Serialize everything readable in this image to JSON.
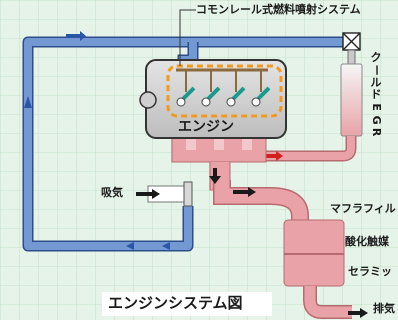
{
  "labels": {
    "common_rail": "コモンレール式燃料噴射システム",
    "engine": "エンジン",
    "intake": "吸気",
    "egr_cooler": "クールドEGR",
    "muffler": "マフラフィル",
    "catalyst": "酸化触媒",
    "ceramic": "セラミッ",
    "exhaust": "排気",
    "diagram_title": "エンジンシステム図"
  },
  "colors": {
    "grid_background": "#e6f3e8",
    "grid_line": "#b9dcc1",
    "intake_pipe": "#7398d2",
    "exhaust_pipe": "#e9a3a8",
    "engine_body": "#cfcfcf",
    "fuel_rail": "#8b6a3e",
    "injector": "#1a9a8c",
    "common_rail_outline": "#f29a1f",
    "egr_arrow": "#d4201b",
    "flow_arrow": "#1a1a1a",
    "intake_arrow": "#2a56a8"
  },
  "icons": [
    "valve-x-icon",
    "egr-cooler-icon",
    "flow-arrow-icon"
  ]
}
